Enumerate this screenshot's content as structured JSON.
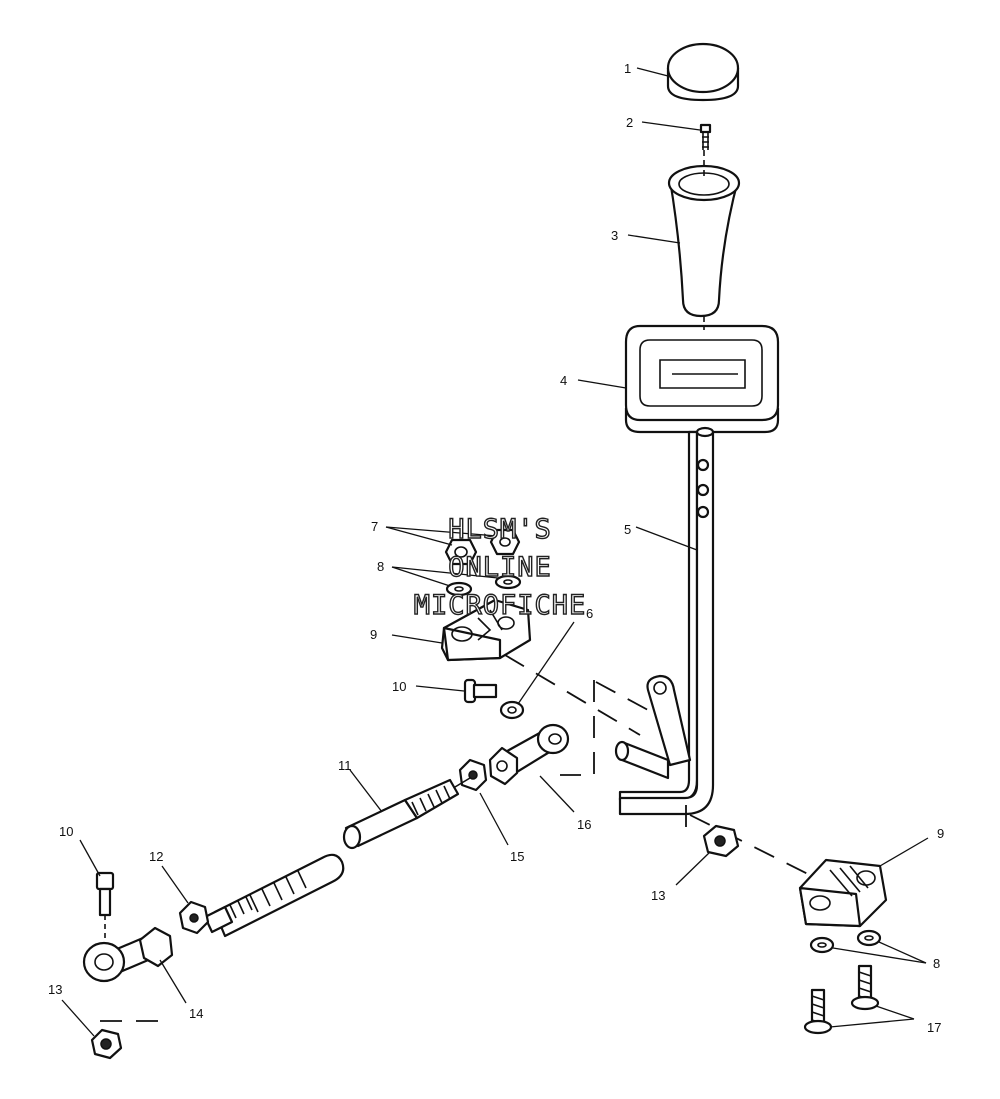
{
  "watermark": {
    "line1": "HLSM'S",
    "line2": "ONLINE",
    "line3": "MICROFICHE"
  },
  "callouts": {
    "c1": "1",
    "c2": "2",
    "c3": "3",
    "c4": "4",
    "c5": "5",
    "c6": "6",
    "c7": "7",
    "c8a": "8",
    "c8b": "8",
    "c9a": "9",
    "c9b": "9",
    "c10a": "10",
    "c10b": "10",
    "c11": "11",
    "c12": "12",
    "c13a": "13",
    "c13b": "13",
    "c14": "14",
    "c15": "15",
    "c16": "16",
    "c17": "17"
  }
}
